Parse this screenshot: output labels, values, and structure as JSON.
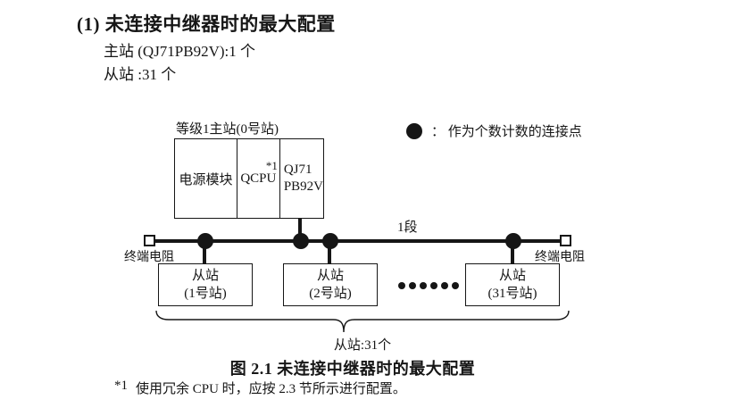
{
  "header": {
    "title": "(1) 未连接中继器时的最大配置",
    "master_line": "主站 (QJ71PB92V):1 个",
    "slave_line": "从站 :31 个"
  },
  "diagram": {
    "master_label": "等级1主站(0号站)",
    "master_cells": {
      "power": "电源模块",
      "cpu": "QCPU",
      "cpu_note": "*1",
      "pb_line1": "QJ71",
      "pb_line2": "PB92V"
    },
    "legend_text": "：  作为个数计数的连接点",
    "segment_label": "1段",
    "terminator_left": "终端电阻",
    "terminator_right": "终端电阻",
    "slaves": [
      {
        "line1": "从站",
        "line2": "(1号站)"
      },
      {
        "line1": "从站",
        "line2": "(2号站)"
      },
      {
        "line1": "从站",
        "line2": "(31号站)"
      }
    ],
    "brace_label": "从站:31个"
  },
  "caption": "图 2.1 未连接中继器时的最大配置",
  "footnote": {
    "marker": "*1",
    "text": "使用冗余 CPU 时，应按 2.3 节所示进行配置。"
  }
}
